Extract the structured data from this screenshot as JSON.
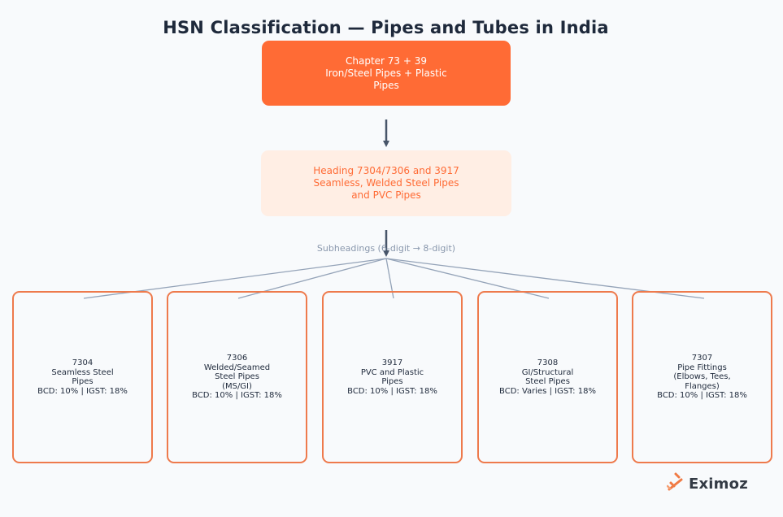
{
  "title": "HSN Classification — Pipes and Tubes in India",
  "chapter": {
    "lines": [
      "Chapter 73 + 39",
      "Iron/Steel Pipes + Plastic",
      "Pipes"
    ]
  },
  "heading": {
    "lines": [
      "Heading 7304/7306 and 3917",
      "Seamless, Welded Steel Pipes",
      "and PVC Pipes"
    ]
  },
  "subheadings_label": "Subheadings (6-digit → 8-digit)",
  "leaves": [
    {
      "lines": [
        "7304",
        "Seamless Steel",
        "Pipes",
        "BCD: 10% | IGST: 18%"
      ]
    },
    {
      "lines": [
        "7306",
        "Welded/Seamed",
        "Steel Pipes",
        "(MS/GI)",
        "BCD: 10% | IGST: 18%"
      ]
    },
    {
      "lines": [
        "3917",
        "PVC and Plastic",
        "Pipes",
        "BCD: 10% | IGST: 18%"
      ]
    },
    {
      "lines": [
        "7308",
        "GI/Structural",
        "Steel Pipes",
        "BCD: Varies | IGST: 18%"
      ]
    },
    {
      "lines": [
        "7307",
        "Pipe Fittings",
        "(Elbows, Tees,",
        "Flanges)",
        "BCD: 10% | IGST: 18%"
      ]
    }
  ],
  "logo": {
    "text": "Eximoz",
    "icon": "eximoz-logo-icon"
  },
  "colors": {
    "accent": "#ff6b35",
    "accent_light": "#ffeee4",
    "border": "#ee7a4c",
    "arrow": "#475569",
    "branch": "#94a3b8"
  }
}
